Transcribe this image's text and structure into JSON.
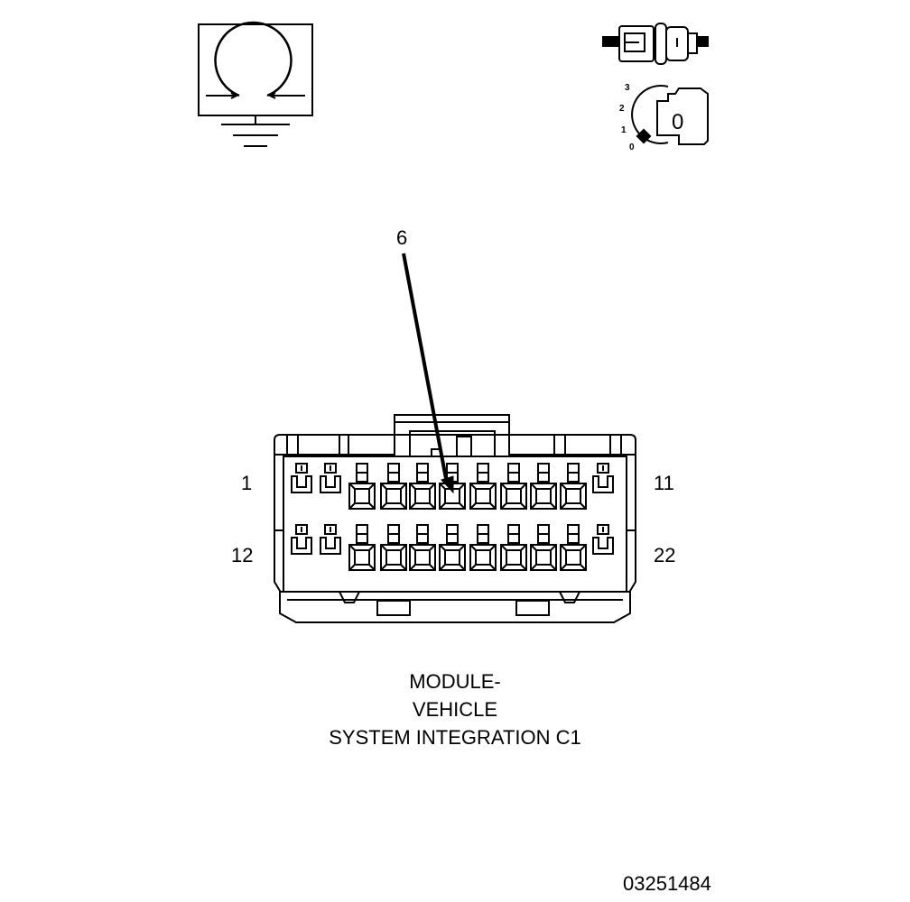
{
  "callout": "6",
  "pin_labels": {
    "top_left": "1",
    "top_right": "11",
    "bottom_left": "12",
    "bottom_right": "22"
  },
  "title_lines": [
    "MODULE-",
    "VEHICLE",
    "SYSTEM INTEGRATION C1"
  ],
  "figure_number": "03251484",
  "ignition_positions": [
    "3",
    "2",
    "1",
    "0"
  ],
  "key_label": "0",
  "icons": {
    "ground_symbol": "ground-rotation-icon",
    "connector_symbol": "connector-icon",
    "ignition_symbol": "ignition-key-icon"
  },
  "connector": {
    "rows": 2,
    "pins_per_row": 11,
    "row_pin_types": [
      "latch",
      "latch",
      "square",
      "square",
      "square",
      "square",
      "square",
      "square",
      "square",
      "square",
      "latch"
    ]
  }
}
